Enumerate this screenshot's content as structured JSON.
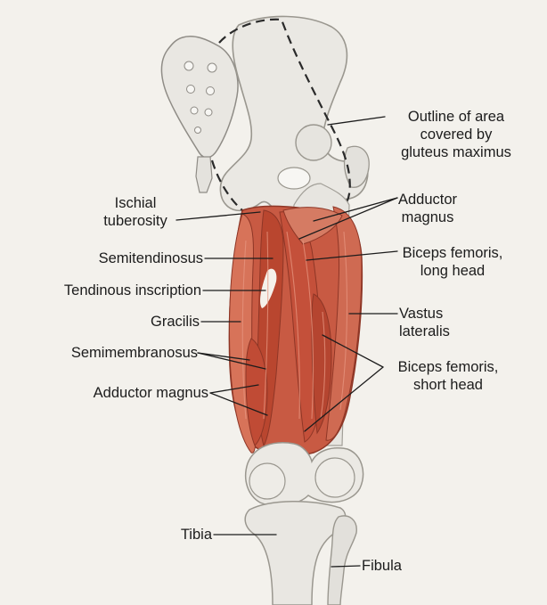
{
  "labels": {
    "outline_gluteus": "Outline of area\ncovered by\ngluteus maximus",
    "ischial_tuberosity": "Ischial\ntuberosity",
    "adductor_magnus_upper": "Adductor\nmagnus",
    "semitendinosus": "Semitendinosus",
    "biceps_long_head": "Biceps femoris,\nlong head",
    "tendinous_inscription": "Tendinous inscription",
    "gracilis": "Gracilis",
    "vastus_lateralis": "Vastus\nlateralis",
    "semimembranosus": "Semimembranosus",
    "biceps_short_head": "Biceps femoris,\nshort head",
    "adductor_magnus_lower": "Adductor magnus",
    "tibia": "Tibia",
    "fibula": "Fibula"
  },
  "colors": {
    "bone": "#e8e6e1",
    "bone_shadow": "#b9b6b0",
    "muscle": "#c8553f",
    "muscle_dark": "#a43c2b",
    "muscle_light": "#dd7d66",
    "line": "#1c1c1c"
  }
}
